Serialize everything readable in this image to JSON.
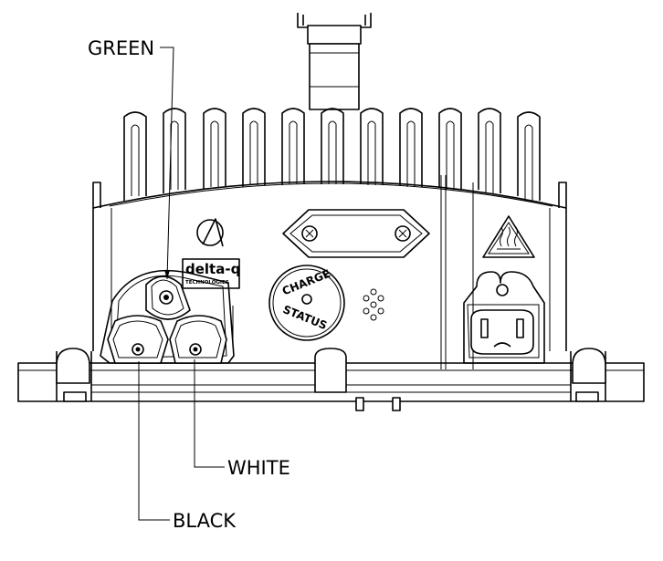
{
  "labels": {
    "green": "GREEN",
    "white": "WHITE",
    "black": "BLACK"
  },
  "logo": {
    "main": "delta-q",
    "sub": "TECHNOLOGIES"
  },
  "status_label": {
    "top": "CHARGE",
    "bottom": "STATUS"
  }
}
